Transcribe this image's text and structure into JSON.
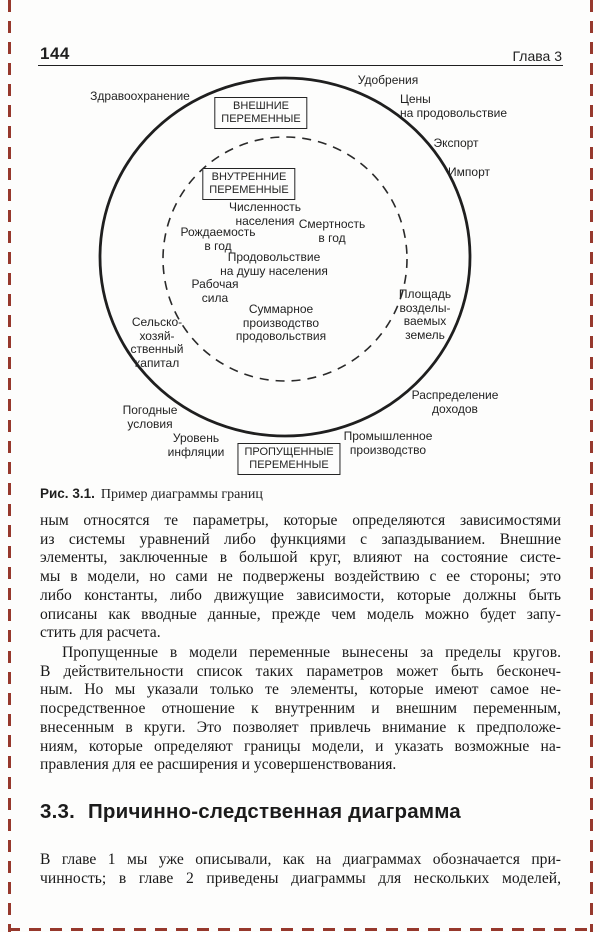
{
  "page": {
    "number": "144",
    "chapter": "Глава 3"
  },
  "figure": {
    "boxes": {
      "external": "ВНЕШНИЕ\nПЕРЕМЕННЫЕ",
      "internal": "ВНУТРЕННИЕ\nПЕРЕМЕННЫЕ",
      "missing": "ПРОПУЩЕННЫЕ\nПЕРЕМЕННЫЕ"
    },
    "labels": {
      "zdravookhranenie": "Здравоохранение",
      "udobreniya": "Удобрения",
      "tseny": "Цены\nна продовольствие",
      "eksport": "Экспорт",
      "import": "Импорт",
      "ploshchad": "Площадь\nвозделы-\nваемых\nземель",
      "raspredelenie": "Распределение\nдоходов",
      "promyshlennoe": "Промышленное\nпроизводство",
      "pogodnye": "Погодные\nусловия",
      "uroven": "Уровень\nинфляции",
      "selsko": "Сельско-\nхозяй-\nственный\nкапитал",
      "chislennost": "Численность\nнаселения",
      "smertnost": "Смертность\nв год",
      "rozhdaemost": "Рождаемость\nв год",
      "prodovolstvie": "Продовольствие\nна душу населения",
      "rabochaya": "Рабочая\nсила",
      "summarnoe": "Суммарное\nпроизводство\nпродовольствия"
    }
  },
  "caption": {
    "label": "Рис. 3.1.",
    "text": "Пример диаграммы границ"
  },
  "paragraphs": {
    "p1": [
      "ным относятся те параметры, которые определяются зависимостями",
      "из системы уравнений либо функциями с запаздыванием. Внешние",
      "элементы, заключенные в большой круг, влияют на состояние систе-",
      "мы в модели, но сами не подвержены воздействию с ее стороны; это",
      "либо константы, либо движущие зависимости, которые должны быть",
      "описаны как вводные данные, прежде чем модель можно будет запу-",
      "стить для расчета."
    ],
    "p2": [
      "Пропущенные в модели переменные вынесены за пределы кругов.",
      "В действительности список таких параметров может быть бесконеч-",
      "ным. Но мы указали только те элементы, которые имеют самое не-",
      "посредственное отношение к внутренним и внешним переменным,",
      "внесенным в круги. Это позволяет привлечь внимание к предположе-",
      "ниям, которые определяют границы модели, и указать возможные на-",
      "правления для ее расширения и усовершенствования."
    ],
    "p3": [
      "В главе 1 мы уже описывали, как на диаграммах обозначается при-",
      "чинность; в главе 2 приведены диаграммы для нескольких моделей,"
    ]
  },
  "section": {
    "number": "3.3.",
    "title": "Причинно-следственная диаграмма"
  },
  "colors": {
    "ink": "#1f1f1f",
    "crop_mark": "#96382c"
  }
}
